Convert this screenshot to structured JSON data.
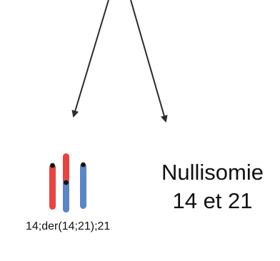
{
  "result": {
    "line1": "Nullisomie",
    "line2": "14 et 21"
  },
  "karyotype_label": "14;der(14;21);21",
  "colors": {
    "chromosome_14": "#e8433e",
    "chromosome_21": "#5b86c6",
    "centromere": "#111111",
    "arrow": "#2b2b2b"
  }
}
